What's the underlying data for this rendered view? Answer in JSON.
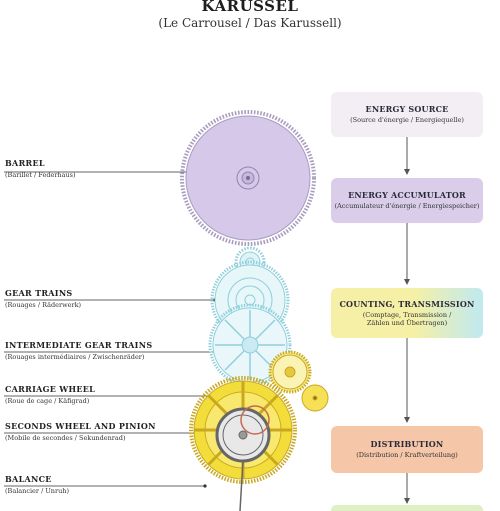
{
  "header": {
    "title": "KARUSSEL",
    "subtitle": "(Le Carrousel / Das Karussell)"
  },
  "labels": [
    {
      "name": "BARREL",
      "sub": "(Barillet / Federhaus)"
    },
    {
      "name": "GEAR TRAINS",
      "sub": "(Rouages / Räderwerk)"
    },
    {
      "name": "INTERMEDIATE GEAR TRAINS",
      "sub": "(Rouages intermédiaires / Zwischenräder)"
    },
    {
      "name": "CARRIAGE WHEEL",
      "sub": "(Roue de cage / Käfigrad)"
    },
    {
      "name": "SECONDS WHEEL AND PINION",
      "sub": "(Mobile de secondes / Sekundenrad)"
    },
    {
      "name": "BALANCE",
      "sub": "(Balancier / Unruh)"
    }
  ],
  "flow": [
    {
      "title": "ENERGY SOURCE",
      "sub": "(Source d'énergie / Energiequelle)",
      "color": "#f3eef3"
    },
    {
      "title": "ENERGY ACCUMULATOR",
      "sub": "(Accumulateur d'énergie / Energiespeicher)",
      "color": "#d9cdea"
    },
    {
      "title": "COUNTING, TRANSMISSION",
      "sub": "(Comptage, Transmission /\nZählen und Übertragen)",
      "color": "#f5f0a6",
      "color2": "#bfe9f1"
    },
    {
      "title": "DISTRIBUTION",
      "sub": "(Distribution / Kraftverteilung)",
      "color": "#f5c7a8"
    }
  ],
  "colors": {
    "barrel": "#d6c8e8",
    "gear_train": "#bde4ec",
    "carriage": "#f2dd3a",
    "seconds": "#e4e4e4",
    "arrow": "#555555"
  }
}
